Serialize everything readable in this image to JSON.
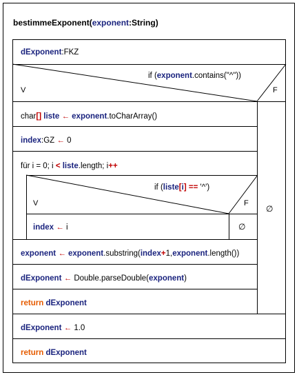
{
  "title": {
    "name": "bestimmeExponent",
    "open": "(",
    "param": "exponent",
    "type": ":String)"
  },
  "rows": {
    "r1": {
      "kw": "dExponent",
      "rest": ":FKZ"
    },
    "if1": {
      "pre": "if (",
      "kw": "exponent",
      "mid": ".contains(\"^\"))",
      "t": "V",
      "f": "F"
    },
    "r2": {
      "pre": "char",
      "br": "[]",
      "sp": " ",
      "kw": "liste",
      "arrow": " ← ",
      "kw2": "exponent",
      "rest": ".toCharArray()"
    },
    "r3": {
      "kw": "index",
      "rest": ":GZ",
      "arrow": " ← ",
      "val": "0"
    },
    "loop": {
      "pre": "für i = 0; i ",
      "lt": "<",
      "sp": " ",
      "kw": "liste",
      "mid": ".length; i",
      "pp": "++"
    },
    "if2": {
      "pre": "if (",
      "kw": "liste",
      "br1": "[",
      "i": "i",
      "br2": "]",
      "eq": " == ",
      "lit": "'^'",
      "close": ")",
      "t": "V",
      "f": "F"
    },
    "r4": {
      "kw": "index",
      "arrow": " ← ",
      "rest": "i"
    },
    "r5": {
      "kw": "exponent",
      "arrow": " ← ",
      "kw2": "exponent",
      "m1": ".substring(",
      "kw3": "index",
      "plus": "+",
      "one": "1",
      "comma": ",",
      "kw4": "exponent",
      "m2": ".length())"
    },
    "r6": {
      "kw": "dExponent",
      "arrow": " ← ",
      "rest": "Double.parseDouble(",
      "kw2": "exponent",
      "close": ")"
    },
    "r7": {
      "rt": "return",
      "sp": " ",
      "kw": "dExponent"
    },
    "r8": {
      "kw": "dExponent",
      "arrow": " ← ",
      "val": "1.0"
    },
    "r9": {
      "rt": "return",
      "sp": " ",
      "kw": "dExponent"
    }
  },
  "empty_symbol": "∅"
}
